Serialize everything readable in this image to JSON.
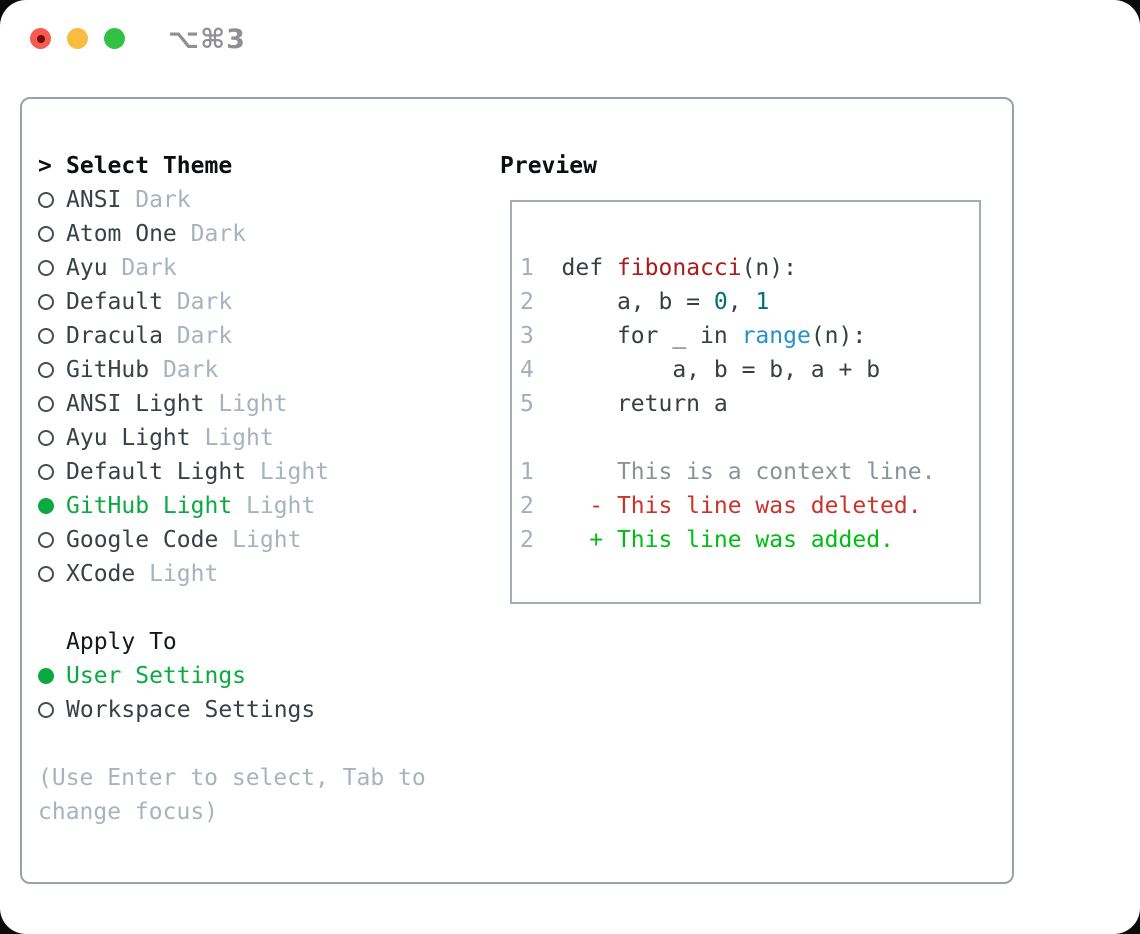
{
  "window": {
    "title": "⌥⌘3",
    "traffic_lights": [
      "close",
      "minimize",
      "zoom"
    ]
  },
  "theme_picker": {
    "prompt": ">",
    "title": "Select Theme",
    "themes": [
      {
        "name": "ANSI",
        "tag": "Dark",
        "selected": false
      },
      {
        "name": "Atom One",
        "tag": "Dark",
        "selected": false
      },
      {
        "name": "Ayu",
        "tag": "Dark",
        "selected": false
      },
      {
        "name": "Default",
        "tag": "Dark",
        "selected": false
      },
      {
        "name": "Dracula",
        "tag": "Dark",
        "selected": false
      },
      {
        "name": "GitHub",
        "tag": "Dark",
        "selected": false
      },
      {
        "name": "ANSI Light",
        "tag": "Light",
        "selected": false
      },
      {
        "name": "Ayu Light",
        "tag": "Light",
        "selected": false
      },
      {
        "name": "Default Light",
        "tag": "Light",
        "selected": false
      },
      {
        "name": "GitHub Light",
        "tag": "Light",
        "selected": true
      },
      {
        "name": "Google Code",
        "tag": "Light",
        "selected": false
      },
      {
        "name": "XCode",
        "tag": "Light",
        "selected": false
      }
    ],
    "apply_to": {
      "title": "Apply To",
      "options": [
        {
          "name": "User Settings",
          "selected": true
        },
        {
          "name": "Workspace Settings",
          "selected": false
        }
      ]
    },
    "hint": "(Use Enter to select, Tab to change focus)"
  },
  "preview": {
    "title": "Preview",
    "code_lines": [
      [
        {
          "t": "1",
          "c": "ln"
        },
        {
          "t": "  def ",
          "c": "code"
        },
        {
          "t": "fibonacci",
          "c": "fn"
        },
        {
          "t": "(n):",
          "c": "code"
        }
      ],
      [
        {
          "t": "2",
          "c": "ln"
        },
        {
          "t": "      a, b = ",
          "c": "code"
        },
        {
          "t": "0",
          "c": "num"
        },
        {
          "t": ", ",
          "c": "code"
        },
        {
          "t": "1",
          "c": "num"
        }
      ],
      [
        {
          "t": "3",
          "c": "ln"
        },
        {
          "t": "      for _ in ",
          "c": "code"
        },
        {
          "t": "range",
          "c": "builtin"
        },
        {
          "t": "(n):",
          "c": "code"
        }
      ],
      [
        {
          "t": "4",
          "c": "ln"
        },
        {
          "t": "          a, b = b, a + b",
          "c": "code"
        }
      ],
      [
        {
          "t": "5",
          "c": "ln"
        },
        {
          "t": "      return a",
          "c": "code"
        }
      ],
      [],
      [
        {
          "t": "1",
          "c": "ln"
        },
        {
          "t": "      This is a context line.",
          "c": "ctx"
        }
      ],
      [
        {
          "t": "2",
          "c": "ln"
        },
        {
          "t": "    - This line was deleted.",
          "c": "del"
        }
      ],
      [
        {
          "t": "2",
          "c": "ln"
        },
        {
          "t": "    + This line was added.",
          "c": "add"
        }
      ]
    ]
  },
  "colors": {
    "accent_green": "#0aaa41",
    "added_green": "#00bc13",
    "deleted_red": "#c9342a",
    "function_red": "#a81c1c",
    "number_teal": "#006f77",
    "builtin_blue": "#2590c9",
    "context_gray": "#8b9298",
    "line_number_gray": "#a4afba",
    "code_gray": "#373e44",
    "item_gray": "#3a4047",
    "tag_gray": "#a8b2bd",
    "hint_gray": "#a9b3bd",
    "border_gray": "#98a1ac",
    "preview_border": "#a4acb6",
    "title_gray": "#909094",
    "traffic_red": "#f45c52",
    "traffic_red_dot": "#750b04",
    "traffic_yellow": "#f8bc40",
    "traffic_green": "#32c144"
  }
}
